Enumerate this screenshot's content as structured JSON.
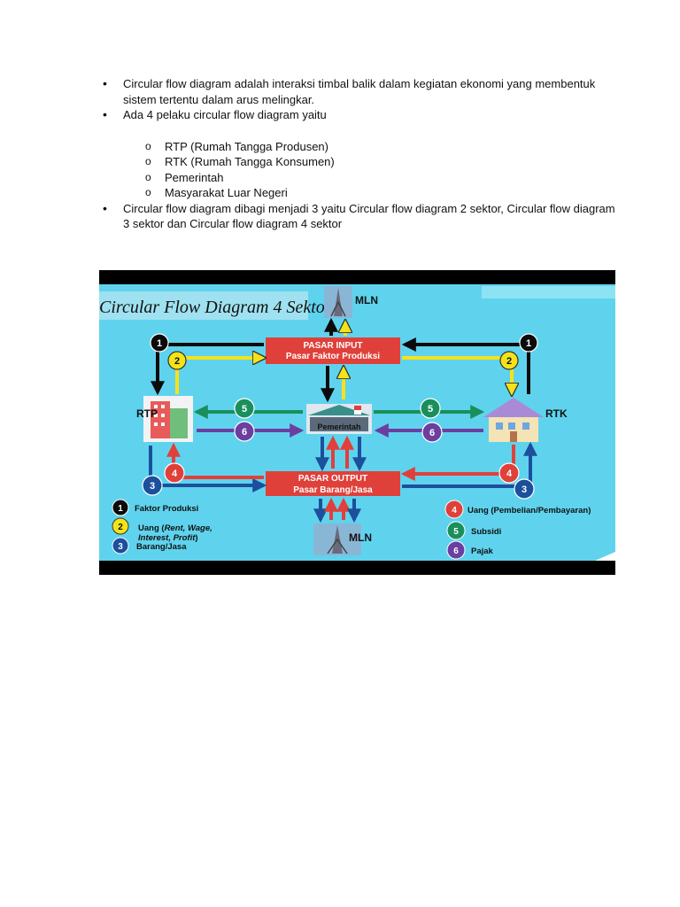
{
  "bullets": {
    "b1": "Circular flow diagram adalah interaksi timbal balik dalam kegiatan ekonomi yang membentuk sistem tertentu dalam arus melingkar.",
    "b2": "Ada 4 pelaku circular flow diagram yaitu",
    "sub": [
      "RTP (Rumah Tangga Produsen)",
      "RTK (Rumah Tangga Konsumen)",
      "Pemerintah",
      "Masyarakat Luar Negeri"
    ],
    "b3": "Circular flow diagram dibagi menjadi 3 yaitu Circular flow diagram 2 sektor, Circular flow diagram 3 sektor dan Circular flow diagram 4 sektor"
  },
  "diagram": {
    "title": "Circular Flow Diagram 4 Sektor",
    "mln_top": "MLN",
    "mln_bottom": "MLN",
    "rtp": "RTP",
    "rtk": "RTK",
    "pemerintah": "Pemerintah",
    "pasar_input_1": "PASAR INPUT",
    "pasar_input_2": "Pasar Faktor Produksi",
    "pasar_output_1": "PASAR OUTPUT",
    "pasar_output_2": "Pasar Barang/Jasa",
    "nums": [
      "1",
      "2",
      "3",
      "4",
      "5",
      "6"
    ],
    "legend": {
      "l1": "Faktor Produksi",
      "l2a": "Uang (",
      "l2b": "Rent, Wage,",
      "l2c": "Interest, Profit",
      "l2d": ")",
      "l3": "Barang/Jasa",
      "l4": "Uang (Pembelian/Pembayaran)",
      "l5": "Subsidi",
      "l6": "Pajak"
    },
    "colors": {
      "bg": "#5fd3ee",
      "black": "#0b0b0b",
      "yellow": "#f5e31a",
      "blue": "#1c4f9c",
      "red": "#e0403a",
      "green": "#1a8f5c",
      "purple": "#6b3fa0"
    }
  }
}
